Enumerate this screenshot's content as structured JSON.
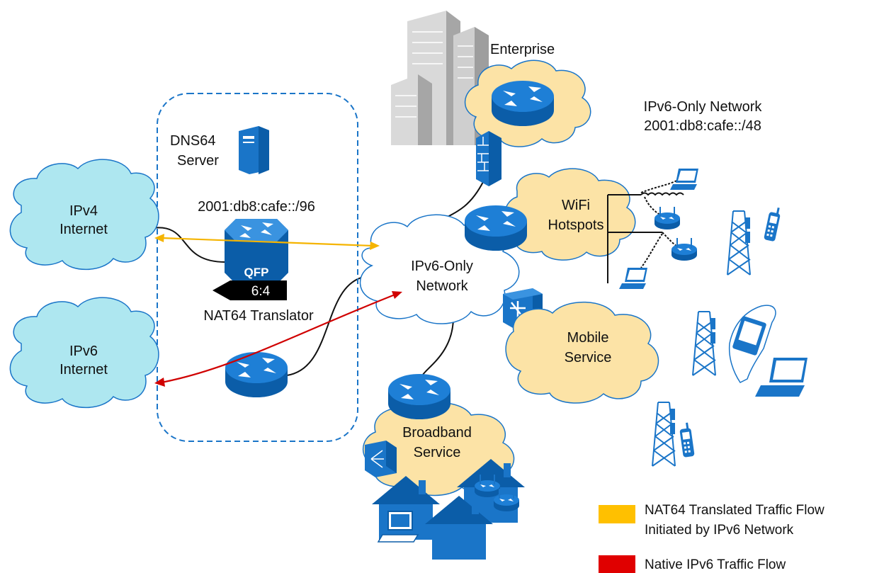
{
  "labels": {
    "enterprise": "Enterprise",
    "ipv6_only_network_title": "IPv6-Only Network",
    "ipv6_only_network_prefix": "2001:db8:cafe::/48",
    "dns64_line1": "DNS64",
    "dns64_line2": "Server",
    "nat64_prefix": "2001:db8:cafe::/96",
    "ipv4_line1": "IPv4",
    "ipv4_line2": "Internet",
    "ipv6_line1": "IPv6",
    "ipv6_line2": "Internet",
    "qfp": "QFP",
    "ratio": "6:4",
    "nat64_translator": "NAT64 Translator",
    "core_line1": "IPv6-Only",
    "core_line2": "Network",
    "wifi_line1": "WiFi",
    "wifi_line2": "Hotspots",
    "mobile_line1": "Mobile",
    "mobile_line2": "Service",
    "broadband_line1": "Broadband",
    "broadband_line2": "Service"
  },
  "legend": [
    {
      "color": "#FFC000",
      "line1": "NAT64 Translated Traffic Flow",
      "line2": "Initiated by IPv6 Network"
    },
    {
      "color": "#E00000",
      "line1": "Native IPv6 Traffic Flow",
      "line2": ""
    }
  ],
  "colors": {
    "cisco_blue": "#1A75C8",
    "internet_cloud": "#AEE7F0",
    "service_cloud": "#FCE3A6",
    "nat64_flow": "#F5B400",
    "native_flow": "#D00000",
    "building": "#BFBFBF"
  },
  "icons": [
    "router-icon",
    "firewall-icon",
    "server-icon",
    "nat64-qfp-router-icon",
    "multilayer-switch-icon",
    "laptop-icon",
    "access-point-icon",
    "cell-tower-icon",
    "mobile-phone-icon",
    "pda-icon",
    "house-icon",
    "building-icon",
    "cable-modem-icon"
  ]
}
